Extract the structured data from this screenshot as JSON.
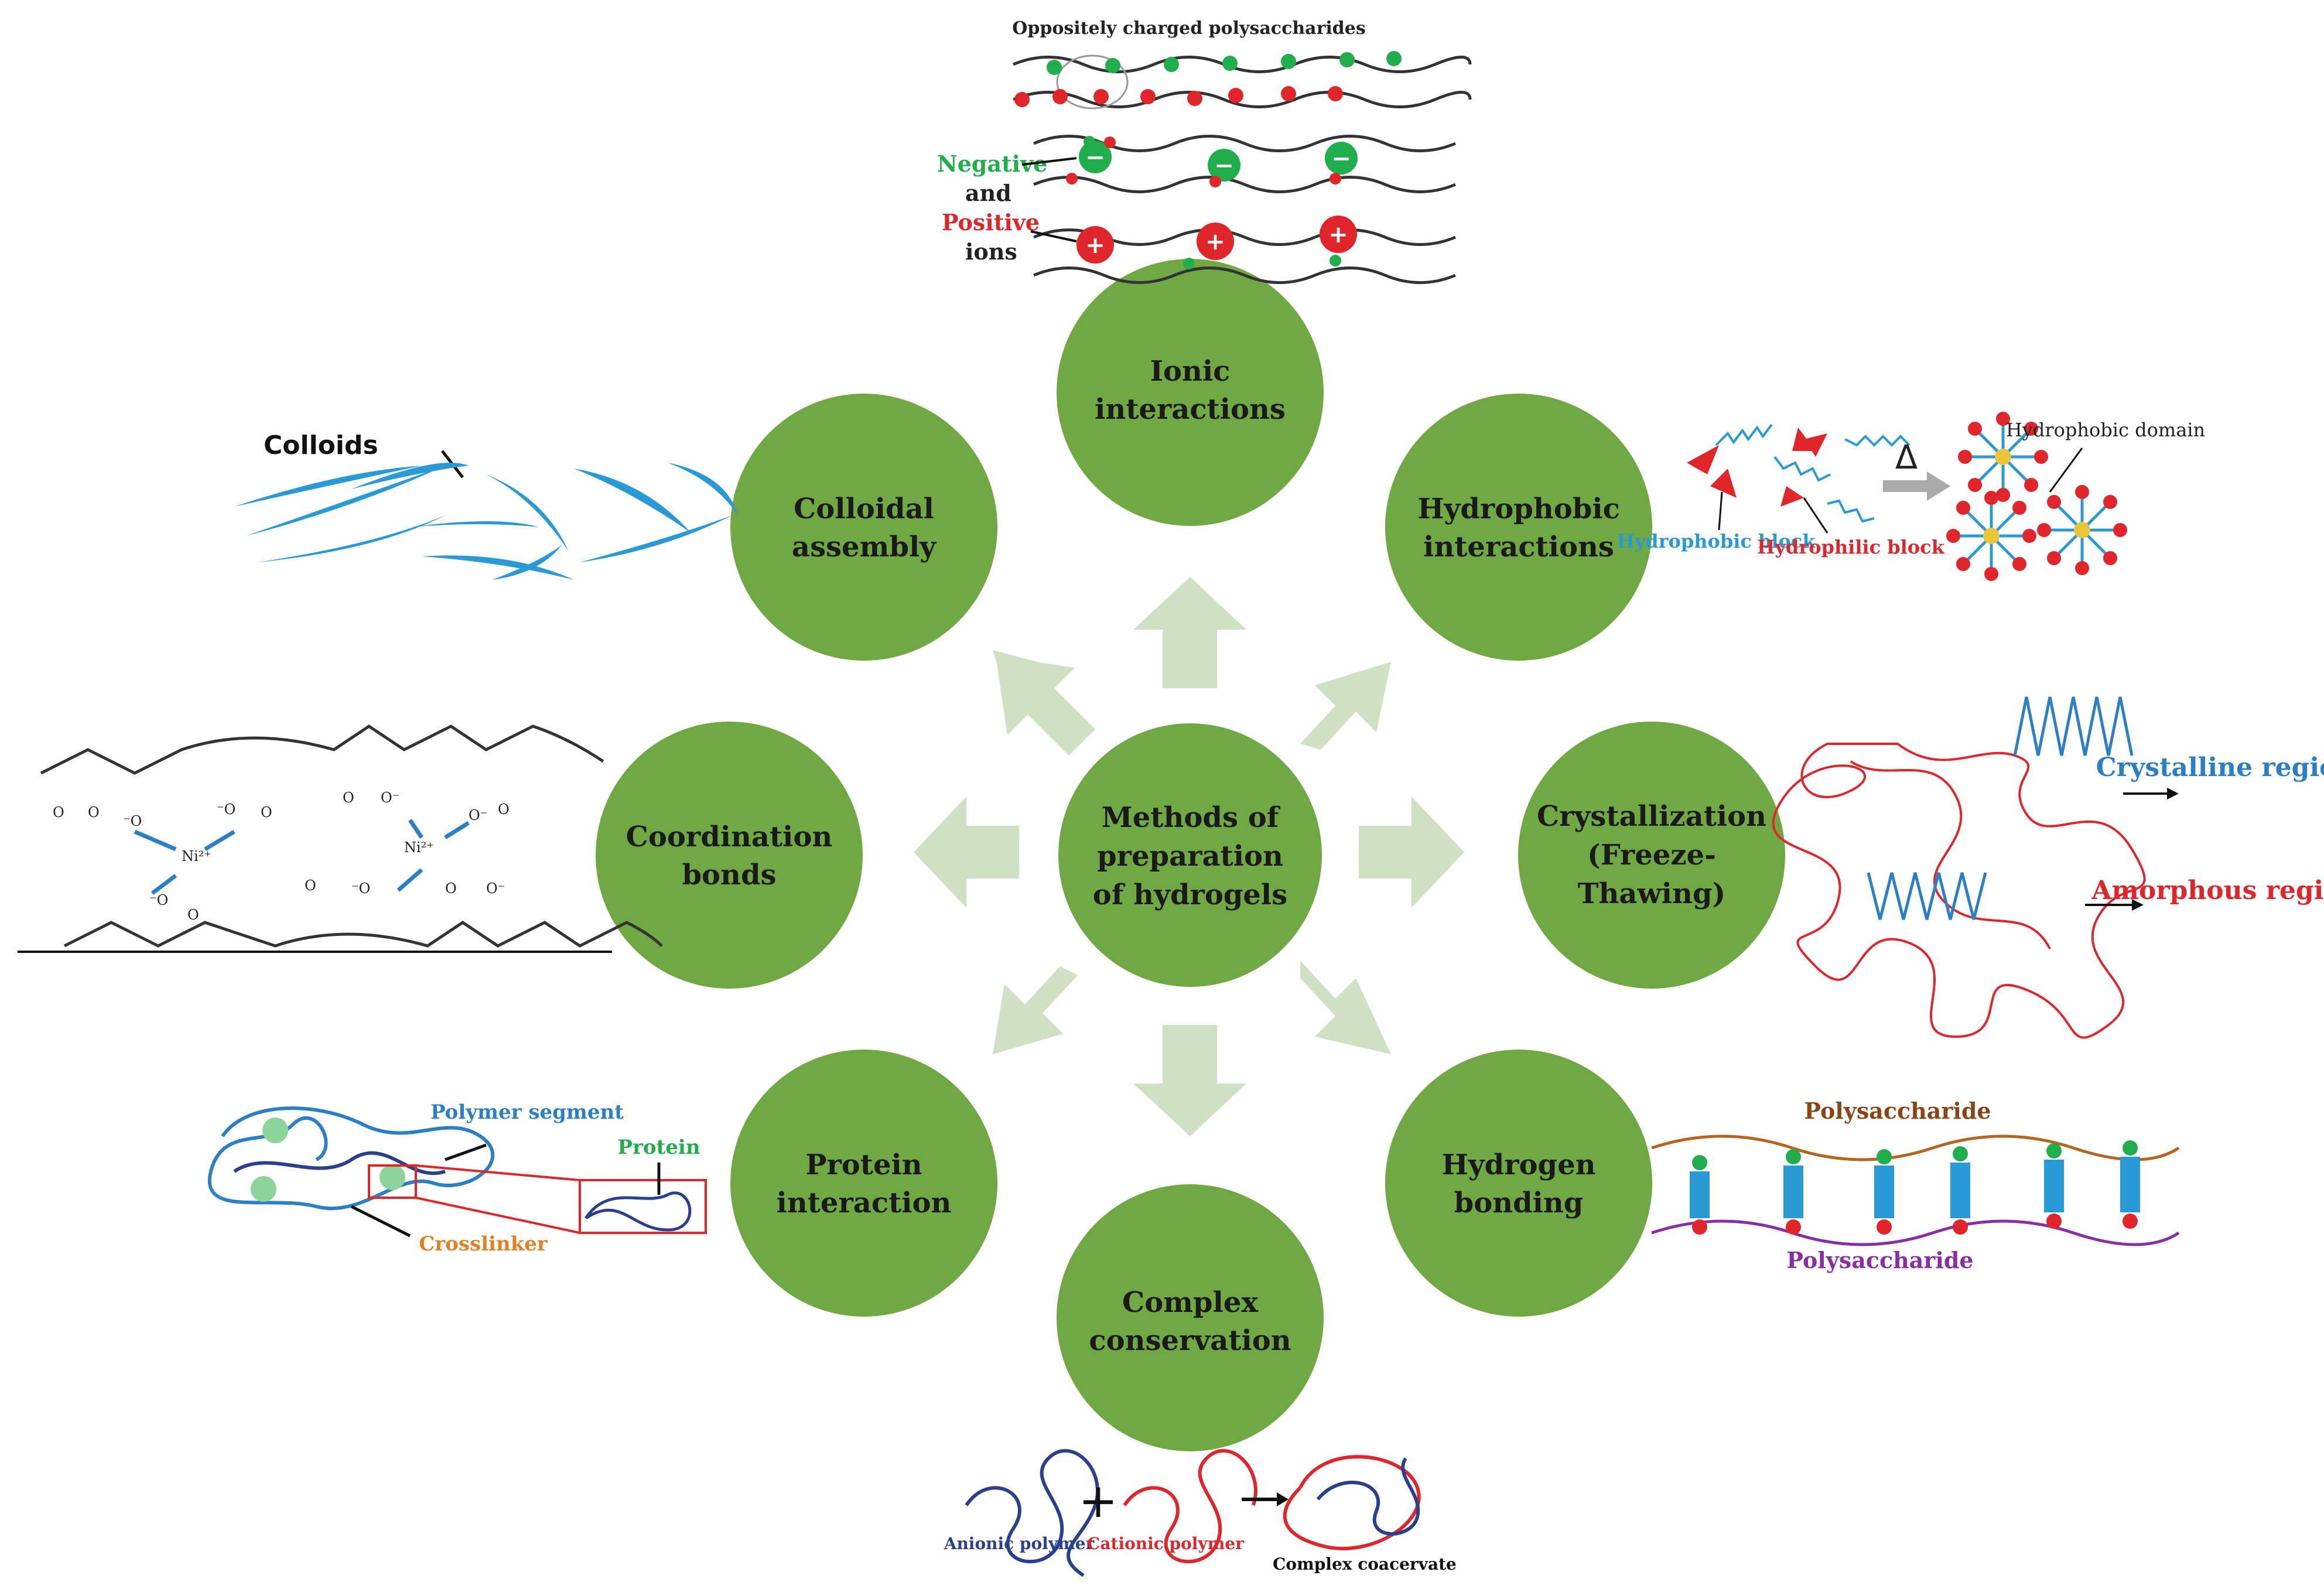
{
  "center": {
    "line1": "Methods of",
    "line2": "preparation",
    "line3": "of hydrogels"
  },
  "methods": {
    "ionic": {
      "line1": "Ionic",
      "line2": "interactions"
    },
    "hydrophobic": {
      "line1": "Hydrophobic",
      "line2": "interactions"
    },
    "crystallization": {
      "line1": "Crystallization",
      "line2": "(Freeze-",
      "line3": "Thawing)"
    },
    "hydrogen": {
      "line1": "Hydrogen",
      "line2": "bonding"
    },
    "complex": {
      "line1": "Complex",
      "line2": "conservation"
    },
    "protein": {
      "line1": "Protein",
      "line2": "interaction"
    },
    "coordination": {
      "line1": "Coordination",
      "line2": "bonds"
    },
    "colloidal": {
      "line1": "Colloidal",
      "line2": "assembly"
    }
  },
  "ionic_panel": {
    "title": "Oppositely charged polysaccharides",
    "negative": "Negative",
    "and": "and",
    "positive": "Positive",
    "ions": "ions"
  },
  "hydrophobic_panel": {
    "hydrophobic_block": "Hydrophobic block",
    "hydrophilic_block": "Hydrophilic block",
    "delta": "Δ",
    "domain": "Hydrophobic domain"
  },
  "crystal_panel": {
    "crystalline": "Crystalline region",
    "amorphous": "Amorphous region"
  },
  "hbond_panel": {
    "top": "Polysaccharide",
    "bottom": "Polysaccharide"
  },
  "complex_panel": {
    "anionic": "Anionic polymer",
    "cationic": "Cationic polymer",
    "coacervate": "Complex coacervate",
    "plus": "+"
  },
  "protein_panel": {
    "polymer_segment": "Polymer segment",
    "protein": "Protein",
    "crosslinker": "Crosslinker"
  },
  "colloid_panel": {
    "colloids": "Colloids"
  },
  "colors": {
    "circle": "#70a844",
    "arrow": "#cfe0c3",
    "negative": "#1fae4b",
    "positive": "#e0262b",
    "blue": "#2a7fc6"
  }
}
